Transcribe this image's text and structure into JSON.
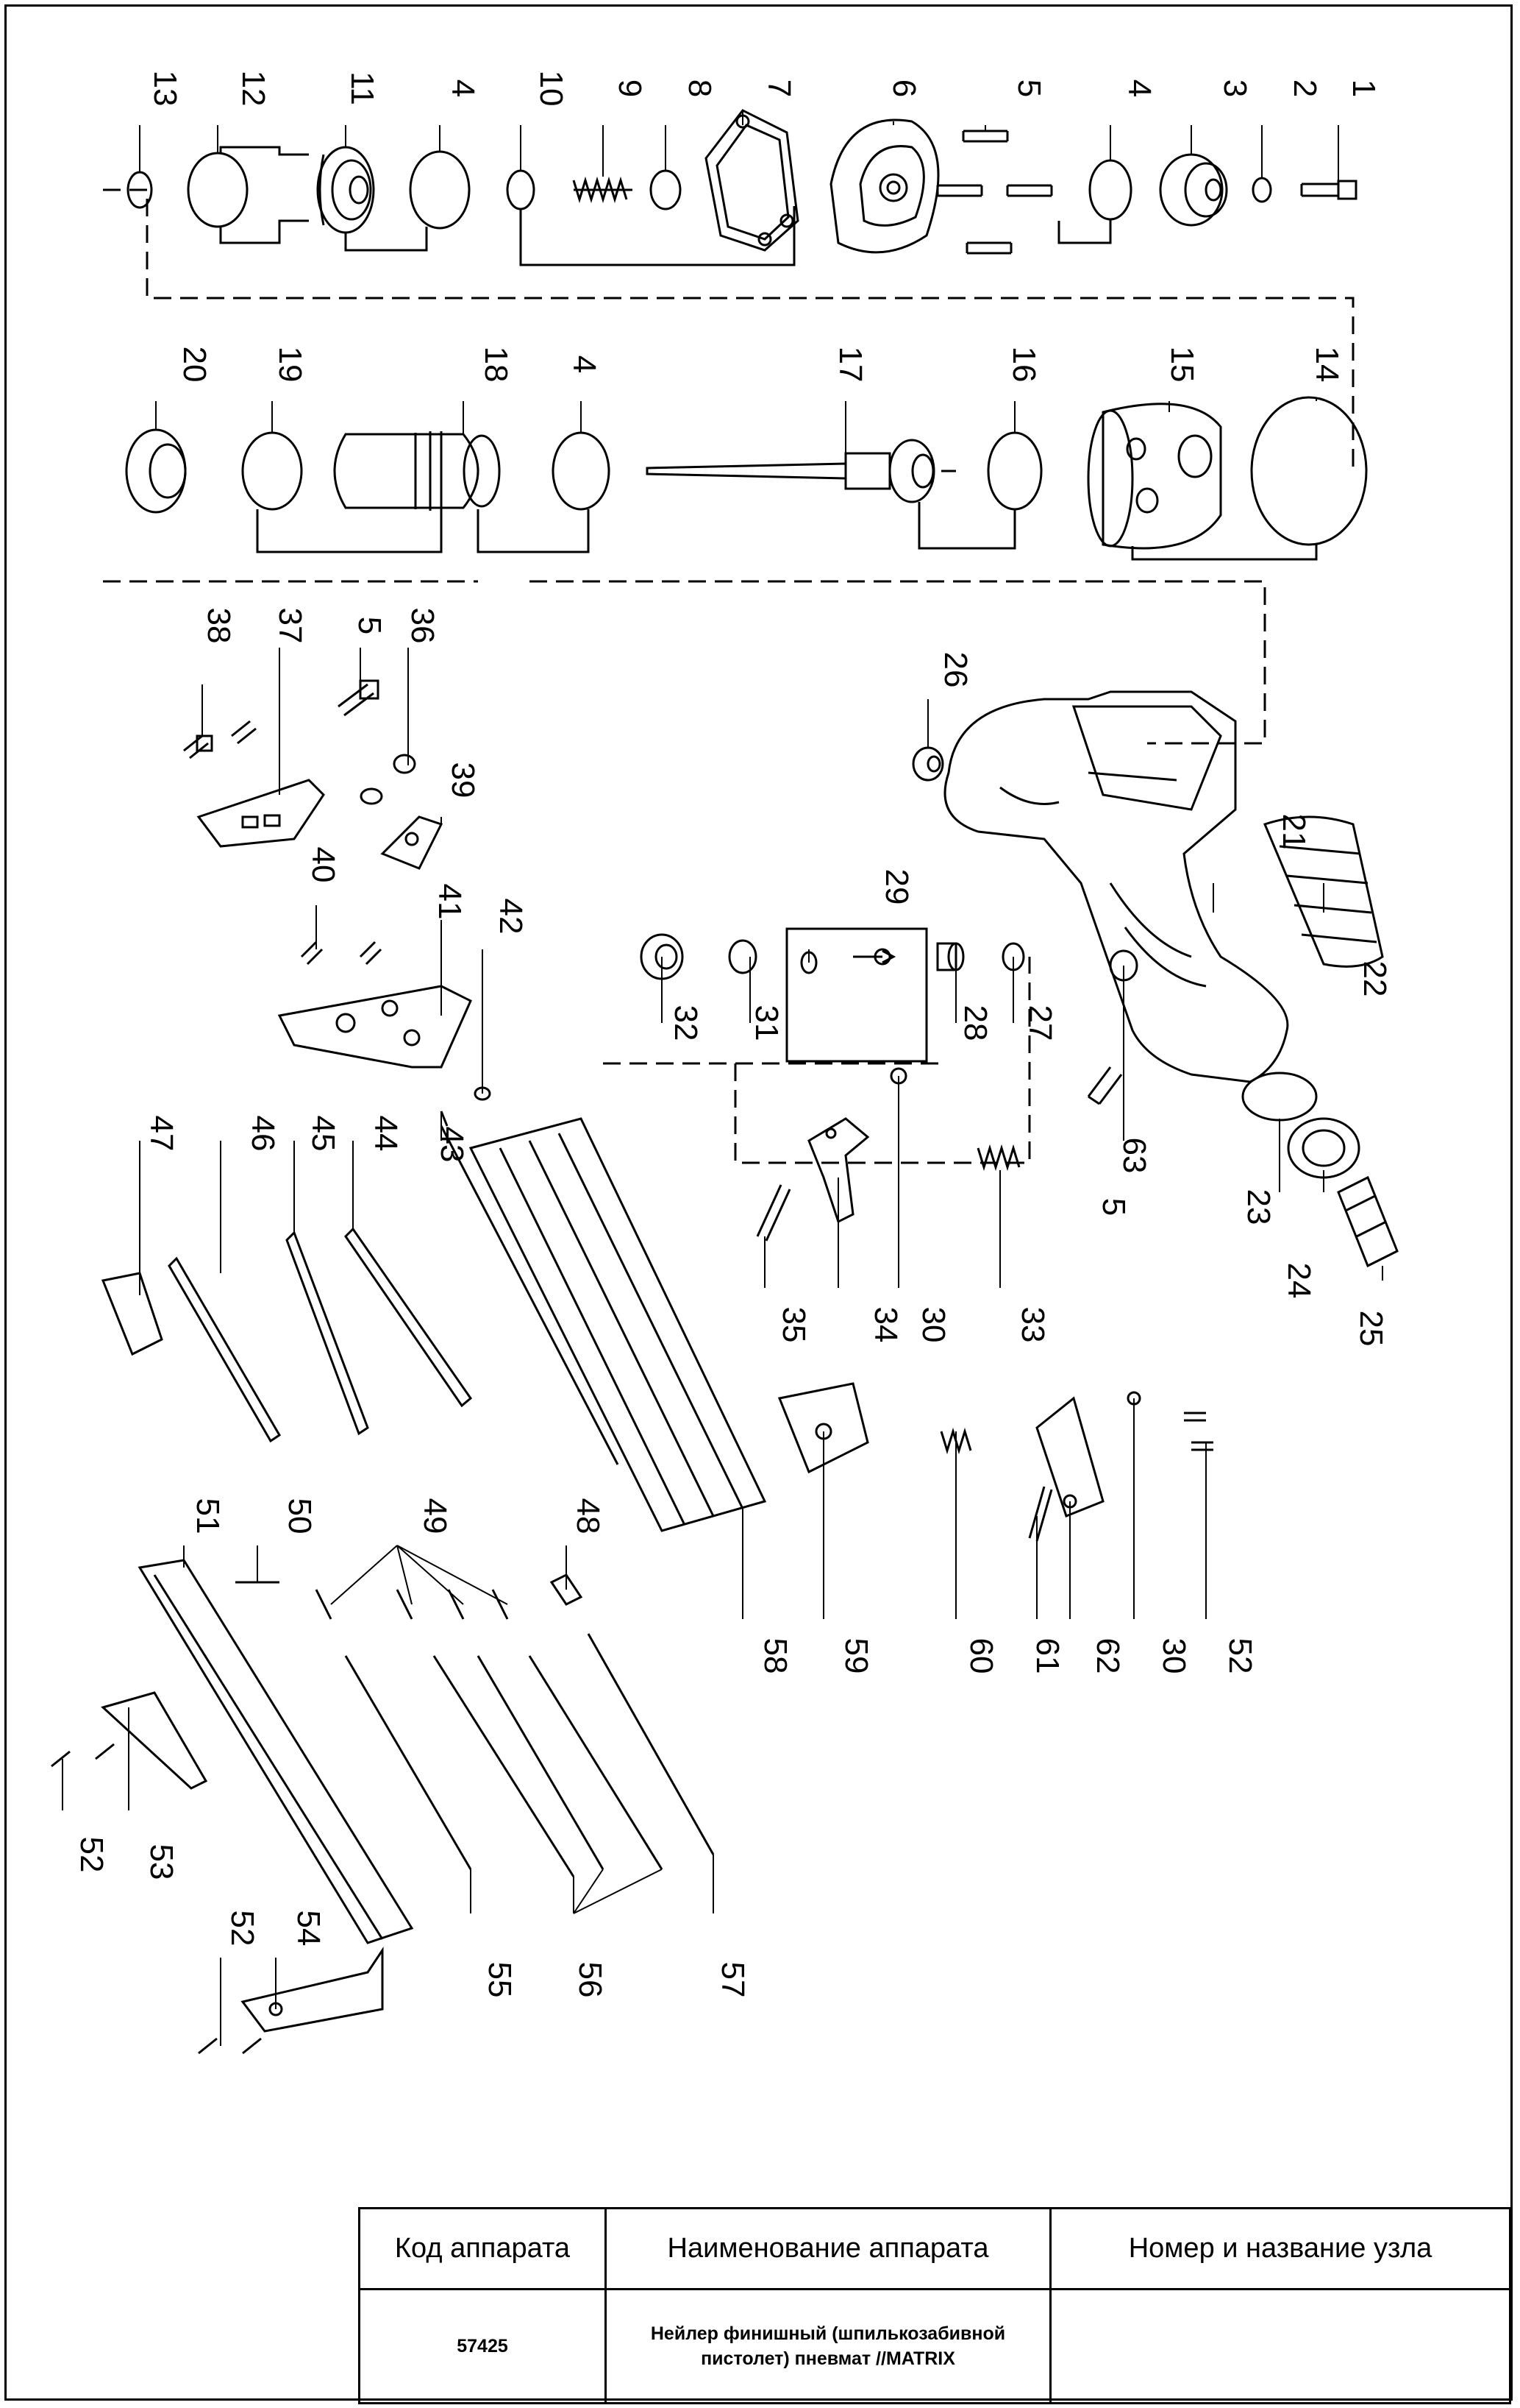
{
  "diagram": {
    "callouts": [
      "1",
      "2",
      "3",
      "4",
      "5",
      "6",
      "7",
      "8",
      "9",
      "10",
      "11",
      "12",
      "13",
      "14",
      "15",
      "16",
      "17",
      "18",
      "19",
      "20",
      "21",
      "22",
      "23",
      "24",
      "25",
      "26",
      "27",
      "28",
      "29",
      "30",
      "31",
      "32",
      "33",
      "34",
      "35",
      "36",
      "37",
      "38",
      "39",
      "40",
      "41",
      "42",
      "43",
      "44",
      "45",
      "46",
      "47",
      "48",
      "49",
      "50",
      "51",
      "52",
      "53",
      "54",
      "55",
      "56",
      "57",
      "58",
      "59",
      "60",
      "61",
      "62",
      "63"
    ],
    "line_color": "#000000",
    "background": "#ffffff"
  },
  "title_block": {
    "headers": {
      "code": "Код аппарата",
      "name": "Наименование аппарата",
      "assembly": "Номер и название узла"
    },
    "values": {
      "code": "57425",
      "name_line1": "Нейлер финишный (шпилькозабивной",
      "name_line2": "пистолет) пневмат //MATRIX",
      "assembly": ""
    }
  }
}
